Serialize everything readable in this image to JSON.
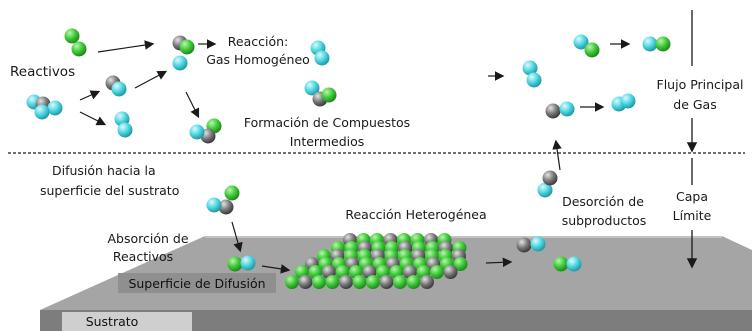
{
  "labels": {
    "reactivos": "Reactivos",
    "reaccion_line1": "Reacción:",
    "reaccion_line2": "Gas Homogéneo",
    "formacion_line1": "Formación de Compuestos",
    "formacion_line2": "Intermedios",
    "difusion_line1": "Difusión hacia la",
    "difusion_line2": "superficie del sustrato",
    "absorcion_line1": "Absorción de",
    "absorcion_line2": "Reactivos",
    "reaccion_het": "Reacción Heterogénea",
    "desorcion_line1": "Desorción de",
    "desorcion_line2": "subproductos",
    "flujo_line1": "Flujo Principal",
    "flujo_line2": "de Gas",
    "capa_line1": "Capa",
    "capa_line2": "Límite",
    "superficie": "Superficie de Difusión",
    "sustrato": "Sustrato"
  },
  "colors": {
    "green_atom": "#3ec93a",
    "cyan_atom": "#4fd6e0",
    "gray_atom": "#7a7a7a",
    "substrate_top": "#9a9a9a",
    "substrate_front": "#7c7c7c",
    "substrate_side": "#5f5f5f"
  }
}
